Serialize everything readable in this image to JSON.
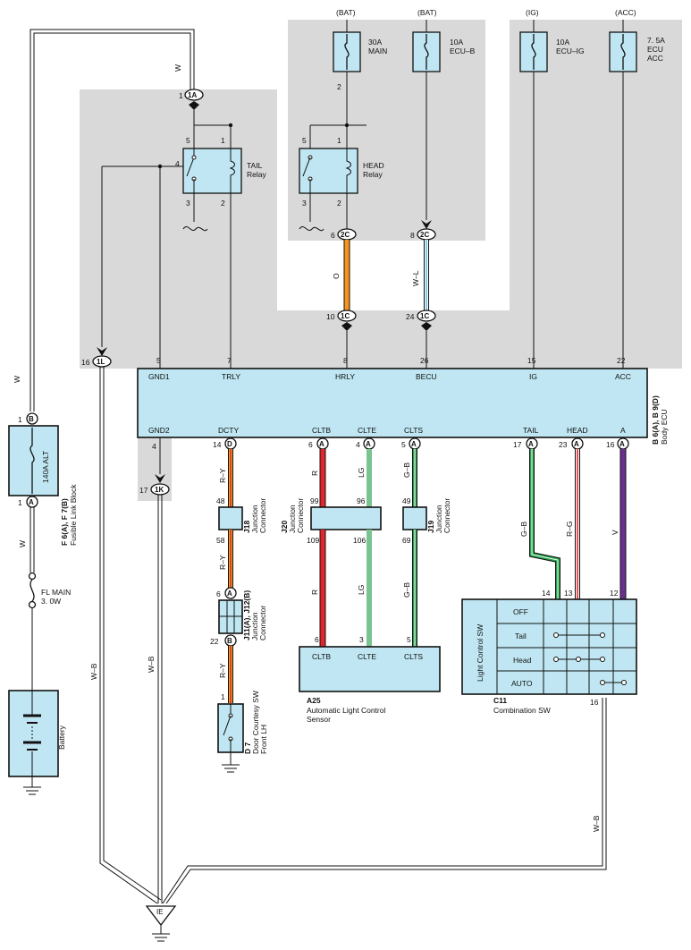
{
  "fuses": {
    "main30": {
      "source": "(BAT)",
      "rating": "30A",
      "name": "MAIN",
      "pin": "2"
    },
    "ecub": {
      "source": "(BAT)",
      "rating": "10A",
      "name": "ECU–B"
    },
    "ecuig": {
      "source": "(IG)",
      "rating": "10A",
      "name": "ECU–IG"
    },
    "ecuacc": {
      "source": "(ACC)",
      "rating": "7. 5A",
      "name1": "ECU",
      "name2": "ACC"
    }
  },
  "relays": {
    "tail": {
      "label1": "TAIL",
      "label2": "Relay",
      "pins": [
        "5",
        "1",
        "4",
        "3",
        "2"
      ]
    },
    "head": {
      "label1": "HEAD",
      "label2": "Relay",
      "pins": [
        "5",
        "1",
        "3",
        "2"
      ]
    }
  },
  "connectors": {
    "c1A": {
      "id": "1A",
      "pin": "1"
    },
    "c2C_a": {
      "id": "2C",
      "pin": "6"
    },
    "c2C_b": {
      "id": "2C",
      "pin": "8"
    },
    "c1C_a": {
      "id": "1C",
      "pin": "10"
    },
    "c1C_b": {
      "id": "1C",
      "pin": "24"
    },
    "c1L": {
      "id": "1L",
      "pin": "16"
    },
    "c1K": {
      "id": "1K",
      "pin": "17"
    }
  },
  "body_ecu": {
    "ref": "B 6(A), B 9(D)",
    "name": "Body ECU",
    "top_terminals": [
      {
        "label": "GND1",
        "pin": "5"
      },
      {
        "label": "TRLY",
        "pin": "7"
      },
      {
        "label": "HRLY",
        "pin": "8"
      },
      {
        "label": "BECU",
        "pin": "26"
      },
      {
        "label": "IG",
        "pin": "15"
      },
      {
        "label": "ACC",
        "pin": "22"
      }
    ],
    "bottom_terminals": [
      {
        "label": "GND2",
        "pin": "4",
        "conn": ""
      },
      {
        "label": "DCTY",
        "pin": "14",
        "conn": "D"
      },
      {
        "label": "CLTB",
        "pin": "6",
        "conn": "A"
      },
      {
        "label": "CLTE",
        "pin": "4",
        "conn": "A"
      },
      {
        "label": "CLTS",
        "pin": "5",
        "conn": "A"
      },
      {
        "label": "TAIL",
        "pin": "17",
        "conn": "A"
      },
      {
        "label": "HEAD",
        "pin": "23",
        "conn": "A"
      },
      {
        "label": "A",
        "pin": "16",
        "conn": "A"
      }
    ]
  },
  "wires": {
    "w_left": "W",
    "w_top": "W",
    "w_alt": "W",
    "orange": "O",
    "wl": "W–L",
    "ry1": "R–Y",
    "ry2": "R–Y",
    "ry3": "R–Y",
    "r1": "R",
    "r2": "R",
    "lg1": "LG",
    "lg2": "LG",
    "gb1": "G–B",
    "gb2": "G–B",
    "gb3": "G–B",
    "rg": "R–G",
    "v": "V",
    "wb1": "W–B",
    "wb2": "W–B",
    "wb3": "W–B"
  },
  "fusible_link": {
    "ref": "F 6(A), F 7(B)",
    "name": "Fusible Link Block",
    "rating": "140A ALT",
    "top_pin": "1",
    "top_conn": "B",
    "bottom_pin": "1",
    "bottom_conn": "A"
  },
  "fl_main": {
    "name": "FL MAIN",
    "rating": "3. 0W"
  },
  "battery": {
    "label": "Battery"
  },
  "j18": {
    "ref": "J18",
    "name1": "Junction",
    "name2": "Connector",
    "top": "48",
    "bottom": "58"
  },
  "j20": {
    "ref": "J20",
    "name1": "Junction",
    "name2": "Connector",
    "top1": "99",
    "top2": "96",
    "bottom1": "109",
    "bottom2": "106"
  },
  "j19": {
    "ref": "J19",
    "name1": "Junction",
    "name2": "Connector",
    "top": "49",
    "bottom": "69"
  },
  "j11": {
    "ref": "J11(A), J12(B)",
    "name1": "Junction",
    "name2": "Connector",
    "top_pin": "6",
    "top_conn": "A",
    "bottom_pin": "22",
    "bottom_conn": "B"
  },
  "door_sw": {
    "ref": "D 7",
    "name1": "Door Courtesy SW",
    "name2": "Front LH",
    "pin": "1"
  },
  "a25": {
    "ref": "A25",
    "name1": "Automatic Light Control",
    "name2": "Sensor",
    "terms": [
      {
        "label": "CLTB",
        "pin": "6"
      },
      {
        "label": "CLTE",
        "pin": "3"
      },
      {
        "label": "CLTS",
        "pin": "5"
      }
    ]
  },
  "c11": {
    "ref": "C11",
    "name": "Combination SW",
    "side": "Light Control SW",
    "rows": [
      "OFF",
      "Tail",
      "Head",
      "AUTO"
    ],
    "pins": [
      "14",
      "13",
      "12"
    ],
    "gnd_pin": "16"
  },
  "ground": {
    "label": "IE"
  }
}
